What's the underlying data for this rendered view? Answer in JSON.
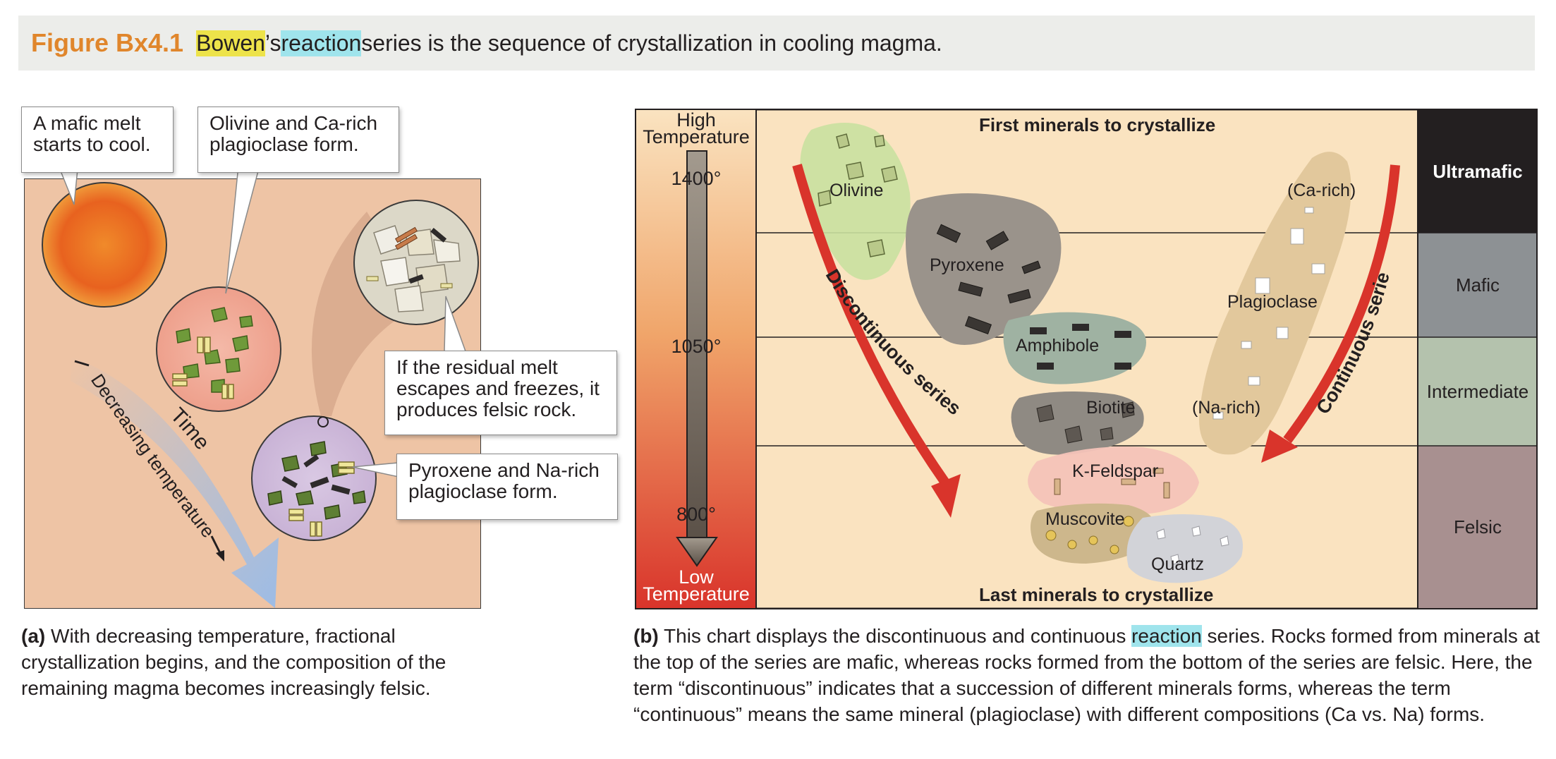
{
  "figure": {
    "number": "Figure Bx4.1",
    "title_hl1": "Bowen",
    "title_mid": "’s ",
    "title_hl2": "reaction",
    "title_rest": " series is the sequence of crystallization in cooling magma."
  },
  "panel_a": {
    "callouts": {
      "mafic_melt_line1": "A mafic melt",
      "mafic_melt_line2": "starts to cool.",
      "olivine_line1": "Olivine and Ca-rich",
      "olivine_line2": "plagioclase form.",
      "residual_line1": "If the residual melt",
      "residual_line2": "escapes and freezes, it",
      "residual_line3": "produces felsic rock.",
      "pyroxene_line1": "Pyroxene and Na-rich",
      "pyroxene_line2": "plagioclase form."
    },
    "time_label": "Time",
    "decreasing_label": "Decreasing temperature",
    "caption_tag": "(a)",
    "caption_text": "  With decreasing temperature, fractional crystallization begins, and the composition of the remaining magma becomes increasingly felsic."
  },
  "panel_b": {
    "high_temp_line1": "High",
    "high_temp_line2": "Temperature",
    "low_temp_line1": "Low",
    "low_temp_line2": "Temperature",
    "temps": [
      "1400°",
      "1050°",
      "800°"
    ],
    "first_minerals": "First minerals to crystallize",
    "last_minerals": "Last minerals to crystallize",
    "discontinuous": "Discontinuous series",
    "continuous": "Continuous series",
    "minerals": {
      "olivine": "Olivine",
      "pyroxene": "Pyroxene",
      "amphibole": "Amphibole",
      "biotite": "Biotite",
      "kfeldspar": "K-Feldspar",
      "muscovite": "Muscovite",
      "quartz": "Quartz",
      "plagioclase": "Plagioclase",
      "ca_rich": "(Ca-rich)",
      "na_rich": "(Na-rich)"
    },
    "classes": [
      "Ultramafic",
      "Mafic",
      "Intermediate",
      "Felsic"
    ],
    "caption_tag": "(b)",
    "caption_pre": "  This chart displays the discontinuous and continuous ",
    "caption_hl": "reaction",
    "caption_post": " series. Rocks formed from minerals at the top of the series are mafic, whereas rocks formed from the bottom of the series are felsic. Here, the term “discontinuous” indicates that a succession of different minerals forms, whereas the term “continuous” means the same mineral (plagioclase) with different compositions (Ca vs. Na) forms."
  },
  "colors": {
    "title_accent": "#e0862c",
    "highlight_yellow": "#ede34a",
    "highlight_cyan": "#9fe4ec",
    "arrow_red": "#d9342b",
    "chart_bg": "#fae3c0",
    "ultramafic": "#231f20",
    "mafic": "#8d9194",
    "intermediate": "#b4c2ad",
    "felsic": "#a89090"
  }
}
